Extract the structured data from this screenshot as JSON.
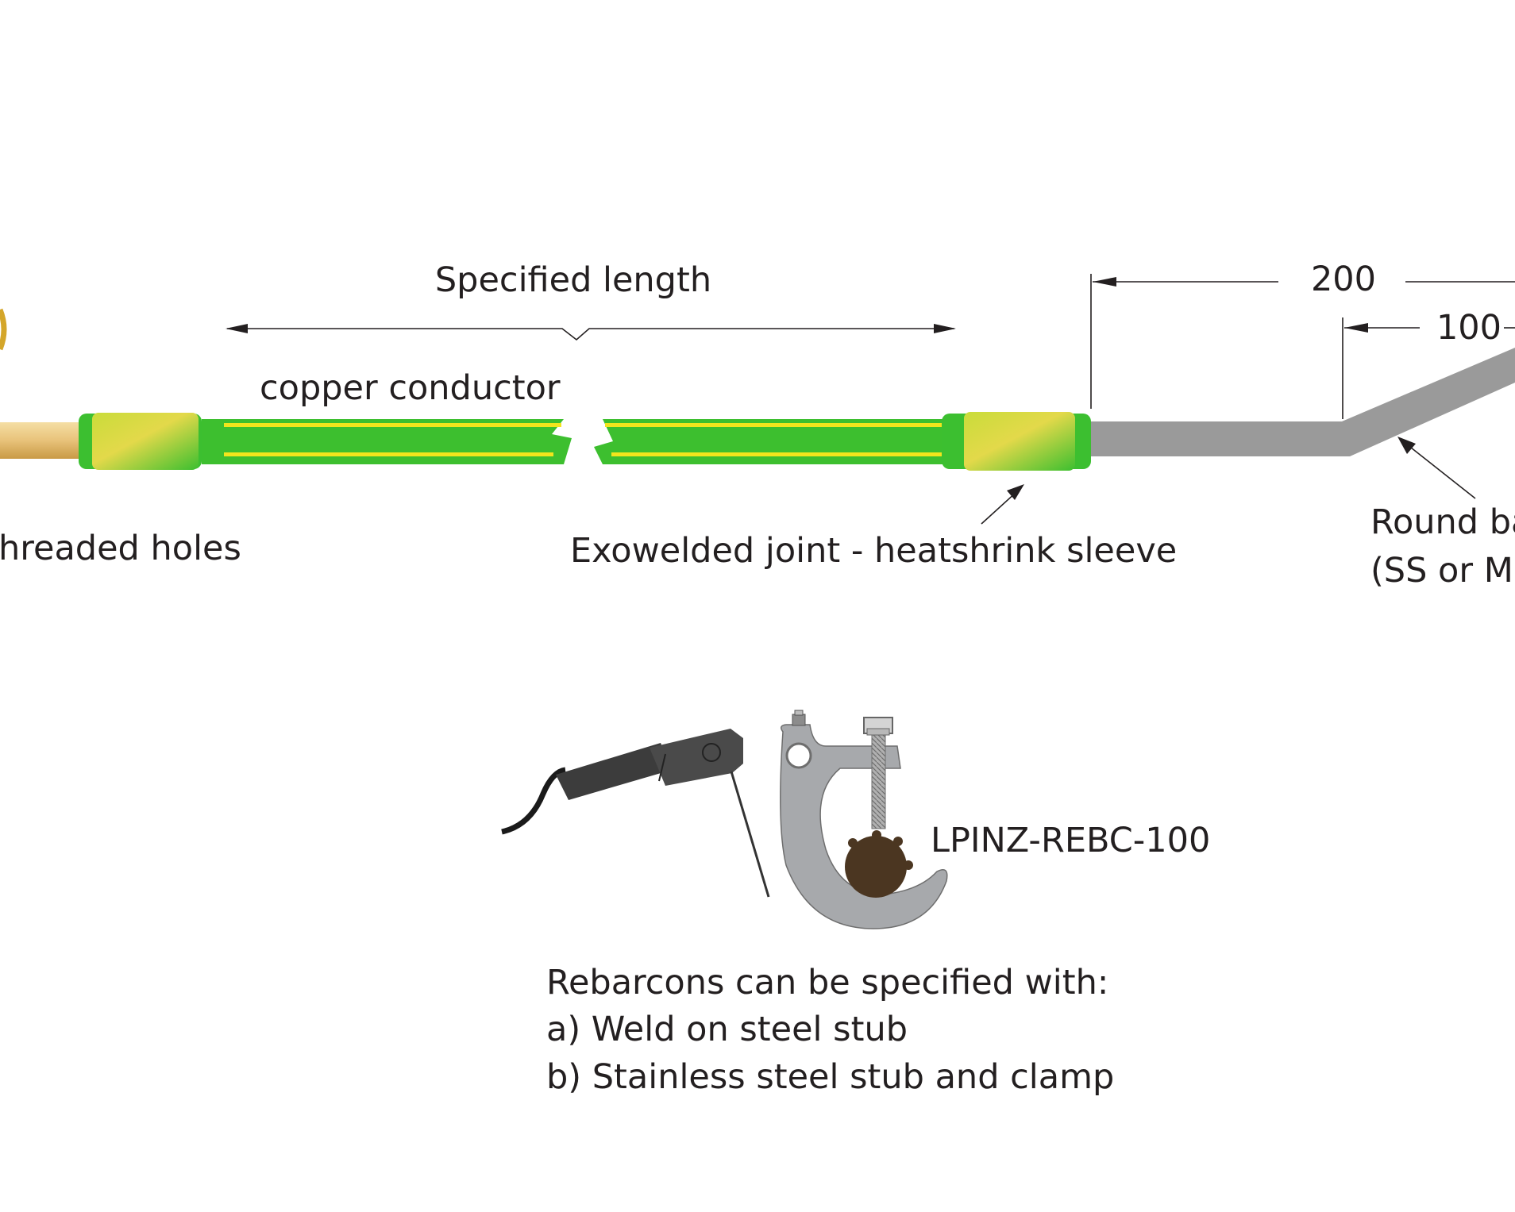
{
  "dimensions": {
    "specified_length": "Specified length",
    "d200": "200",
    "d100": "100"
  },
  "labels": {
    "copper_conductor": "copper conductor",
    "threaded_holes": "hreaded holes",
    "exowelded_joint": "Exowelded joint - heatshrink sleeve",
    "round_bar_line1": "Round ba",
    "round_bar_line2": "(SS or Mi",
    "part_number": "LPINZ-REBC-100"
  },
  "notes": {
    "line1": "Rebarcons can be specified with:",
    "line2": "a) Weld on steel stub",
    "line3": "b) Stainless steel stub and  clamp"
  },
  "colors": {
    "conductor_green": "#3dbf2f",
    "conductor_yellow": "#f2e51c",
    "steel_bar": "#9a9a9a",
    "lug_tan": "#e8c27a",
    "clamp_grey": "#a7a9ac",
    "rebar_brown": "#4b3621",
    "welder_dark": "#3c3c3c"
  },
  "icons": [
    "lug-icon",
    "welding-torch-icon",
    "rebar-clamp-icon",
    "rebar-icon"
  ]
}
